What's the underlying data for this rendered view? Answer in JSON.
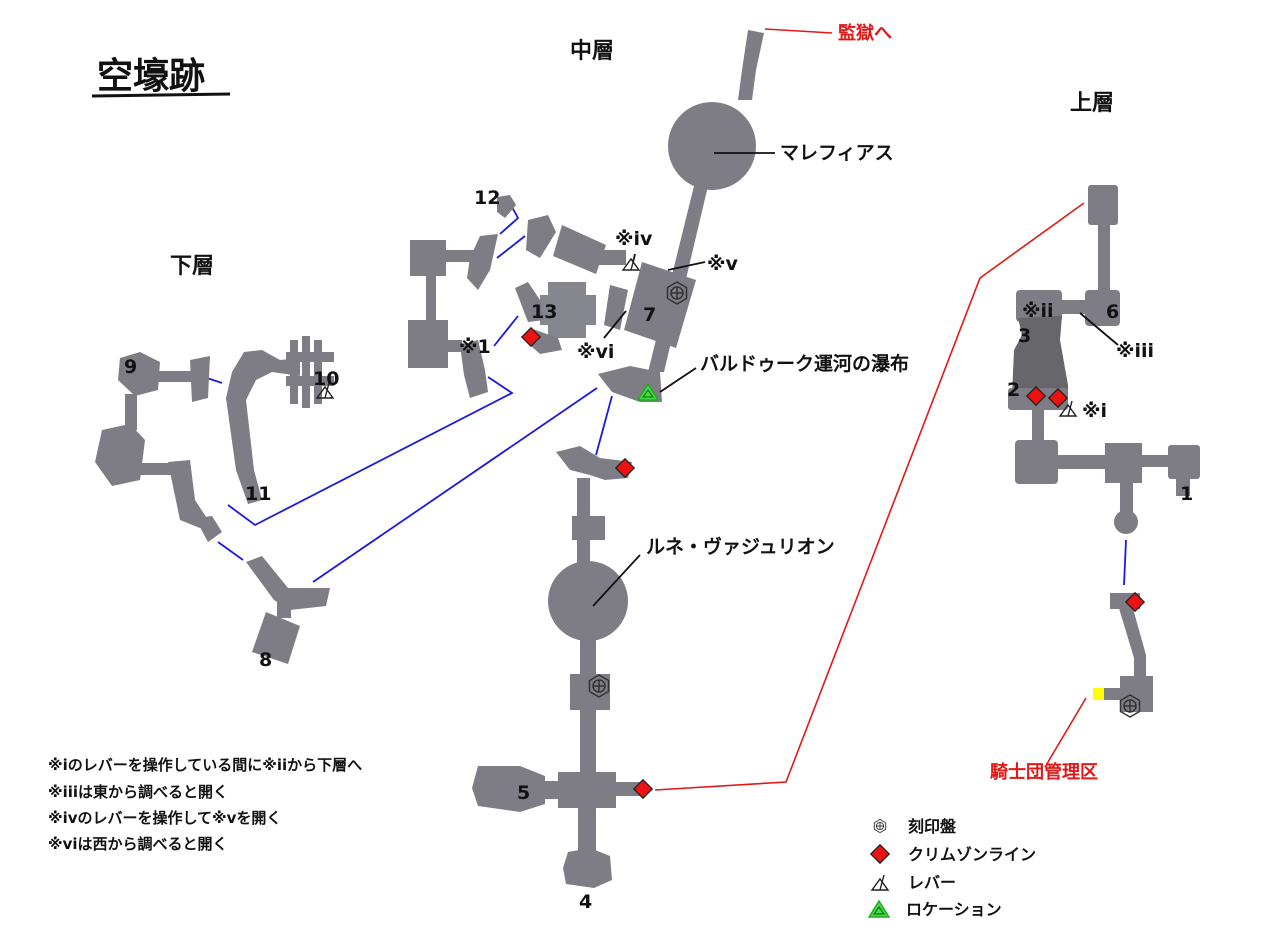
{
  "title": "空壕跡",
  "layers": {
    "middle": "中層",
    "upper": "上層",
    "lower": "下層"
  },
  "exits": {
    "prison": "監獄へ",
    "knights": "騎士団管理区"
  },
  "places": {
    "malefias": "マレフィアス",
    "balduk": "バルドゥーク運河の瀑布",
    "rune": "ルネ・ヴァジュリオン"
  },
  "numbers": [
    "1",
    "2",
    "3",
    "4",
    "5",
    "6",
    "7",
    "8",
    "9",
    "10",
    "11",
    "12",
    "13"
  ],
  "marks": {
    "i": "※i",
    "ii": "※ii",
    "iii": "※iii",
    "iv": "※iv",
    "v": "※v",
    "vi": "※vi",
    "one": "※1"
  },
  "notes": [
    "※iのレバーを操作している間に※iiから下層へ",
    "※iiiは東から調べると開く",
    "※ivのレバーを操作して※vを開く",
    "※viは西から調べると開く"
  ],
  "legend": [
    {
      "icon": "seal-icon",
      "label": "刻印盤"
    },
    {
      "icon": "crimson-line-icon",
      "label": "クリムゾンライン",
      "color": "#ee1111"
    },
    {
      "icon": "lever-icon",
      "label": "レバー"
    },
    {
      "icon": "location-icon",
      "label": "ロケーション",
      "color": "#22cc22"
    }
  ],
  "colors": {
    "room": "#7e7d86",
    "connector": "#1a1adf",
    "exit": "#e01818",
    "crimson": "#ee1111",
    "location": "#22cc22",
    "yellow": "#ffff00"
  }
}
